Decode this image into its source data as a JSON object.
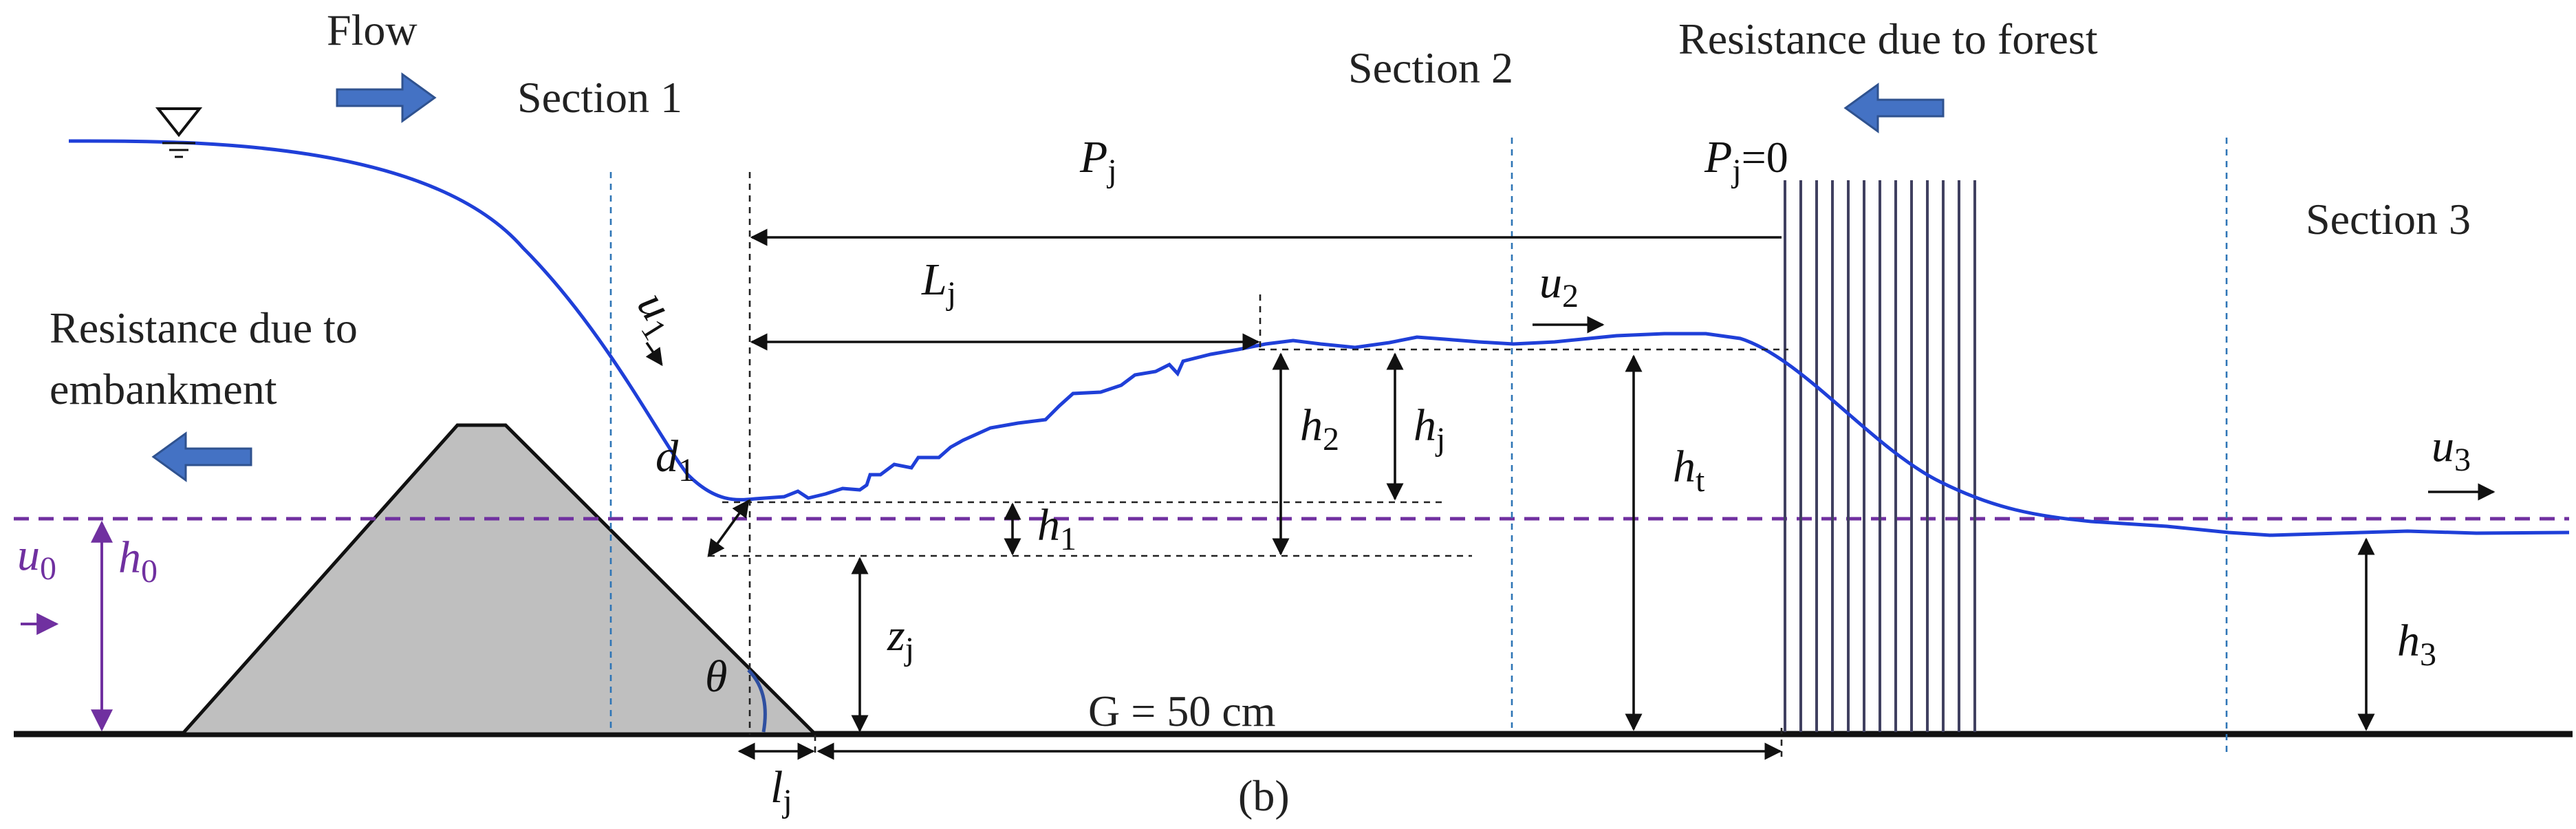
{
  "colors": {
    "water": "#1f3fd8",
    "arrow_fill": "#4472c4",
    "arrow_stroke": "#2f528f",
    "embankment_fill": "#bfbfbf",
    "reference_line": "#7030a0",
    "section_line": "#2e75b6",
    "forest_line": "#404060"
  },
  "labels": {
    "flow": "Flow",
    "section1": "Section 1",
    "section2": "Section 2",
    "section3": "Section 3",
    "resistance_forest": "Resistance due to forest",
    "resistance_embankment_1": "Resistance due to",
    "resistance_embankment_2": "embankment",
    "g_distance": "G = 50 cm",
    "caption": "(b)",
    "p_zero_suffix": "=0"
  },
  "symbols": {
    "P": "P",
    "j": "j",
    "L": "L",
    "u": "u",
    "h": "h",
    "d": "d",
    "z": "z",
    "l": "l",
    "theta": "θ",
    "s0": "0",
    "s1": "1",
    "s2": "2",
    "s3": "3",
    "st": "t"
  },
  "icons": {
    "water_surface": "inverted-triangle-icon",
    "direction_arrow": "block-arrow-icon"
  }
}
